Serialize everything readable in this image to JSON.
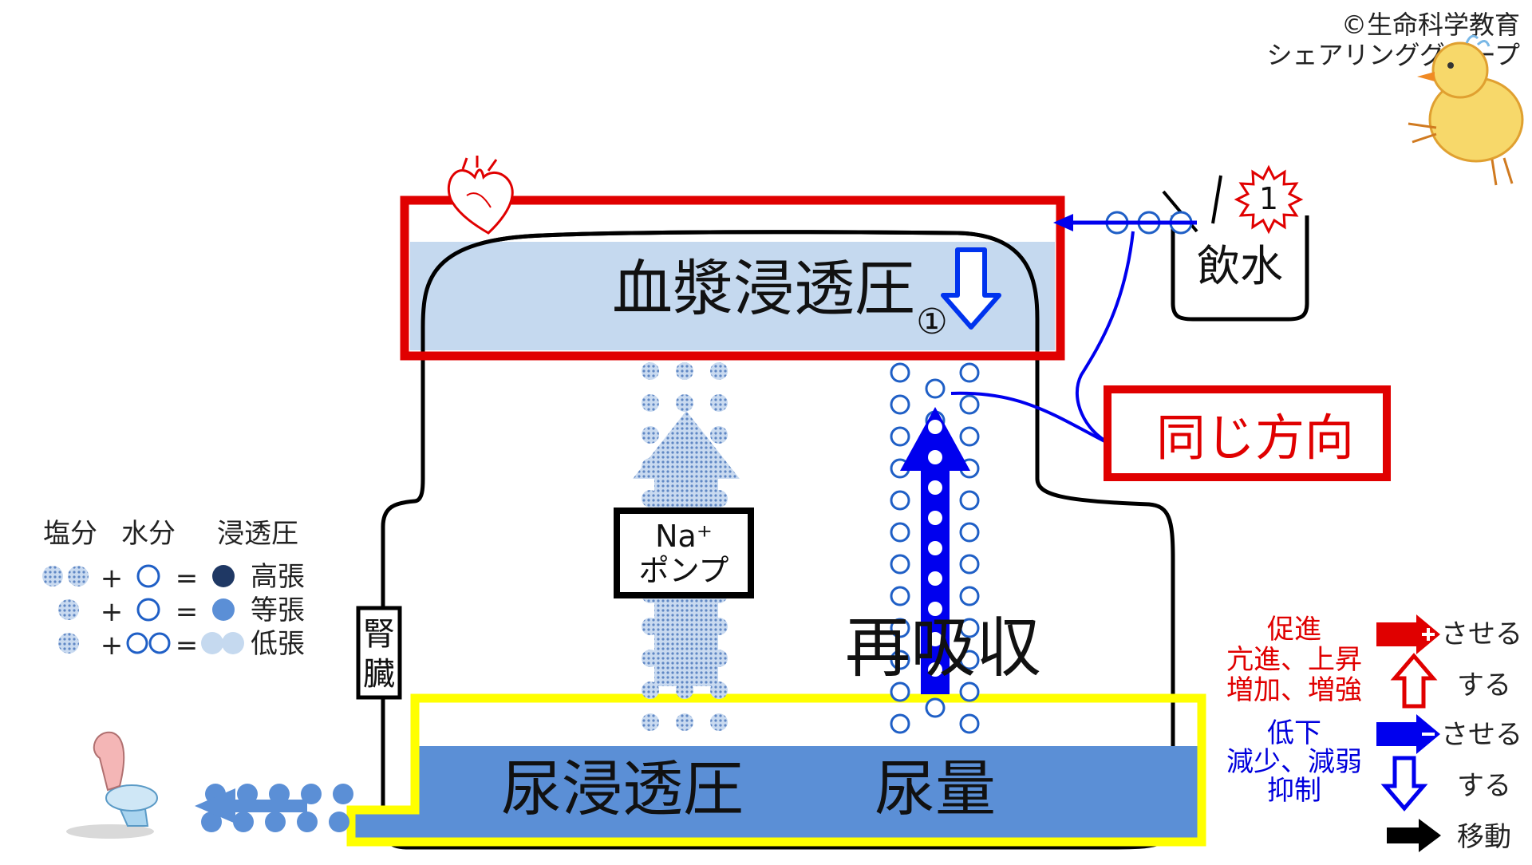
{
  "credit": {
    "line1": "©生命科学教育",
    "line2": "シェアリンググループ"
  },
  "blood": {
    "label": "血漿浸透圧",
    "step_marker": "①"
  },
  "drink": {
    "label": "飲水",
    "badge": "1"
  },
  "same_direction": {
    "label": "同じ方向"
  },
  "pump": {
    "line1": "Na⁺",
    "line2": "ポンプ"
  },
  "reabsorption": {
    "label": "再吸収"
  },
  "kidney": {
    "label_top": "腎",
    "label_bottom": "臓"
  },
  "urine": {
    "osmotic_label": "尿浸透圧",
    "volume_label": "尿量"
  },
  "legend_left": {
    "headers": [
      "塩分",
      "水分",
      "浸透圧"
    ],
    "plus": "+",
    "equals": "=",
    "rows": [
      {
        "result": "高張"
      },
      {
        "result": "等張"
      },
      {
        "result": "低張"
      }
    ]
  },
  "legend_right": {
    "promote": {
      "l1": "促進",
      "l2": "亢進、上昇",
      "l3": "増加、増強",
      "cause": "させる",
      "self": "する"
    },
    "reduce": {
      "l1": "低下",
      "l2": "減少、減弱",
      "l3": "抑制",
      "cause": "させる",
      "self": "する"
    },
    "move": "移動"
  },
  "colors": {
    "red": "#e00000",
    "blue": "#0000ee",
    "yellow": "#ffff00",
    "plasma_fill": "#c5d9ef",
    "urine_fill": "#5b8fd6",
    "salt_dot": "#8fb0dc",
    "navy": "#1f3864"
  }
}
